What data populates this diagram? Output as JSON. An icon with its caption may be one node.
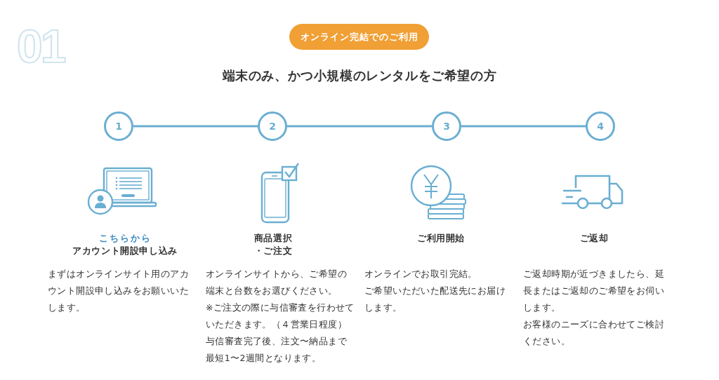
{
  "diagram": {
    "title": "端末のみ、かつ小規模のレンタルをご希望の方",
    "nodes": [
      {
        "text": [
          "オンライン完結でのご利用"
        ]
      },
      {
        "text": [
          "1"
        ],
        "beside": [
          "こちらから",
          "アカウント開設申し込み",
          "まずはオンラインサイト用のアカウント開設申し込みをお願いいたします。"
        ]
      },
      {
        "text": [
          "2"
        ],
        "beside": [
          "商品選択・ご注文",
          "オンラインサイトから、ご希望の端末と台数をお選びください。",
          "※ご注文の際に与信審査を行わせていただきます。（４営業日程度）",
          "与信審査完了後、注文〜納品まで最短1〜2週間となります。"
        ]
      },
      {
        "text": [
          "3"
        ],
        "beside": [
          "ご利用開始",
          "オンラインでお取引完結。",
          "ご希望いただいた配送先にお届けします。"
        ]
      },
      {
        "text": [
          "4"
        ],
        "beside": [
          "ご返却",
          "ご返却時期が近づきましたら、延長またはご返却のご希望をお伺いします。",
          "お客様のニーズに合わせてご検討ください。"
        ]
      }
    ],
    "edges": [
      {
        "from": 1,
        "to": 2,
        "arrow": "none"
      },
      {
        "from": 2,
        "to": 3,
        "arrow": "none"
      },
      {
        "from": 3,
        "to": 4,
        "arrow": "none"
      }
    ],
    "labels": [
      "01"
    ]
  }
}
